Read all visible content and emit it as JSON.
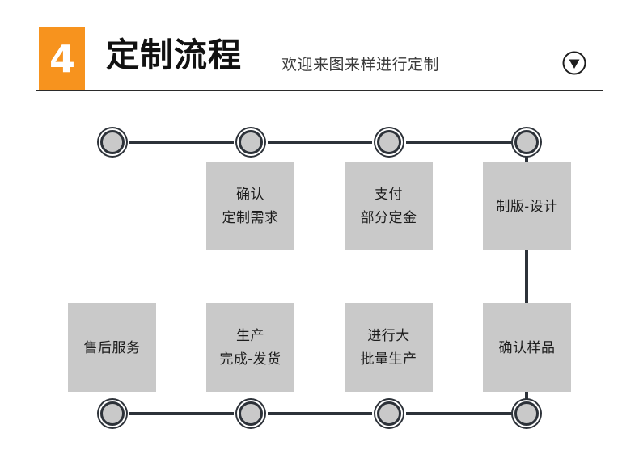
{
  "header": {
    "step_number": "4",
    "title": "定制流程",
    "subtitle": "欢迎来图来样进行定制",
    "toggle_icon": "chevron-down-circle-icon",
    "accent_color": "#F7931E",
    "rule_color": "#2b2b2b"
  },
  "flow": {
    "node_color": "#2d3239",
    "box_color": "#c9c9c9",
    "top_boxes": [
      {
        "lines": [
          "确认",
          "定制需求"
        ]
      },
      {
        "lines": [
          "支付",
          "部分定金"
        ]
      },
      {
        "lines": [
          "制版-设计"
        ]
      }
    ],
    "bottom_boxes": [
      {
        "lines": [
          "售后服务"
        ]
      },
      {
        "lines": [
          "生产",
          "完成-发货"
        ]
      },
      {
        "lines": [
          "进行大",
          "批量生产"
        ]
      },
      {
        "lines": [
          "确认样品"
        ]
      }
    ]
  }
}
